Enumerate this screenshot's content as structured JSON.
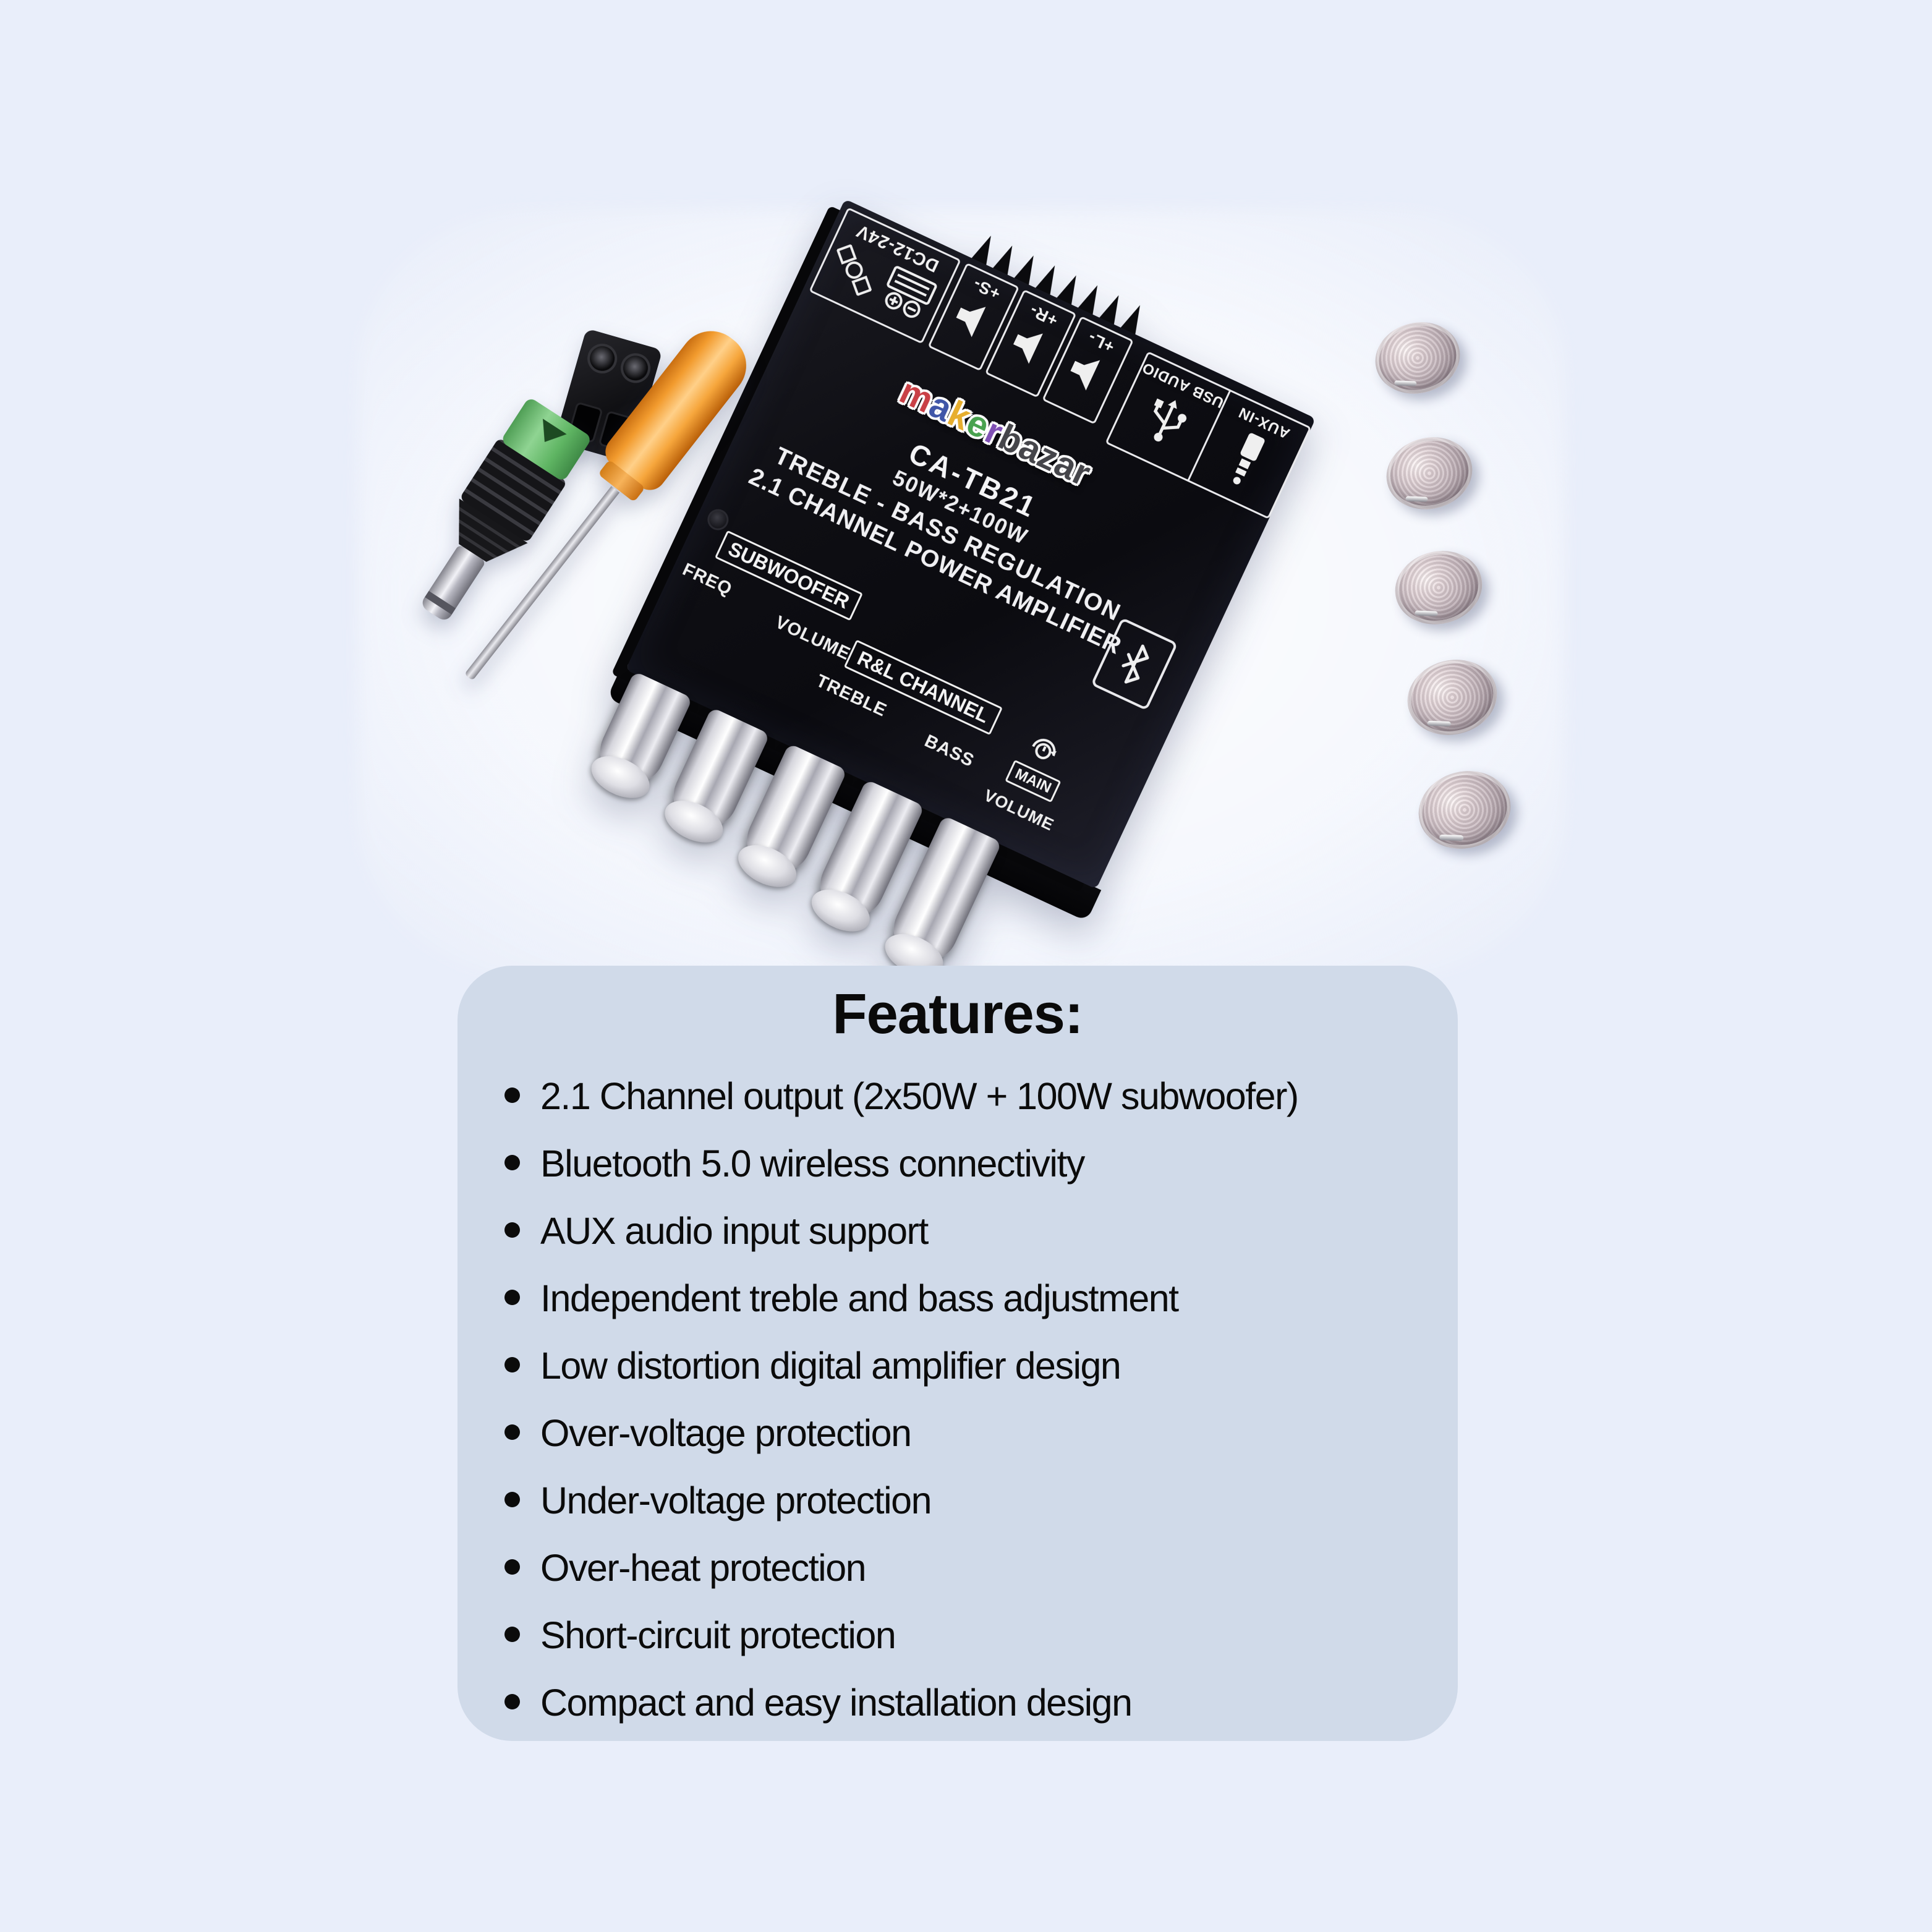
{
  "page": {
    "bg": "#e9eefa",
    "panel_bg": "#d0dae9"
  },
  "logo": {
    "letters": [
      {
        "ch": "m",
        "color": "#c94046"
      },
      {
        "ch": "a",
        "color": "#4056a8"
      },
      {
        "ch": "k",
        "color": "#e7ae2e"
      },
      {
        "ch": "e",
        "color": "#49a24f"
      },
      {
        "ch": "r",
        "color": "#8050b5"
      }
    ],
    "suffix": {
      "ch": "bazar",
      "color": "#45454a"
    }
  },
  "board": {
    "model": "CA-TB21",
    "power": "50W*2+100W",
    "regulation": "TREBLE - BASS REGULATION",
    "channel": "2.1 CHANNEL POWER AMPLIFIER",
    "ports": {
      "dc": "DC12-24V",
      "sub": "+S-",
      "right": "+R-",
      "left": "+L-",
      "usb": "USB AUDIO",
      "aux": "AUX-IN"
    },
    "controls": {
      "subwoofer": "SUBWOOFER",
      "freq": "FREQ",
      "volume": "VOLUME",
      "rl": "R&L CHANNEL",
      "treble": "TREBLE",
      "bass": "BASS",
      "main": "MAIN",
      "main_volume": "VOLUME"
    }
  },
  "features": {
    "title": "Features:",
    "items": [
      "2.1 Channel output (2x50W + 100W subwoofer)",
      "Bluetooth 5.0 wireless connectivity",
      "AUX audio input support",
      "Independent treble and bass adjustment",
      "Low distortion digital amplifier design",
      "Over-voltage protection",
      "Under-voltage protection",
      "Over-heat protection",
      "Short-circuit protection",
      "Compact and easy installation design"
    ]
  }
}
